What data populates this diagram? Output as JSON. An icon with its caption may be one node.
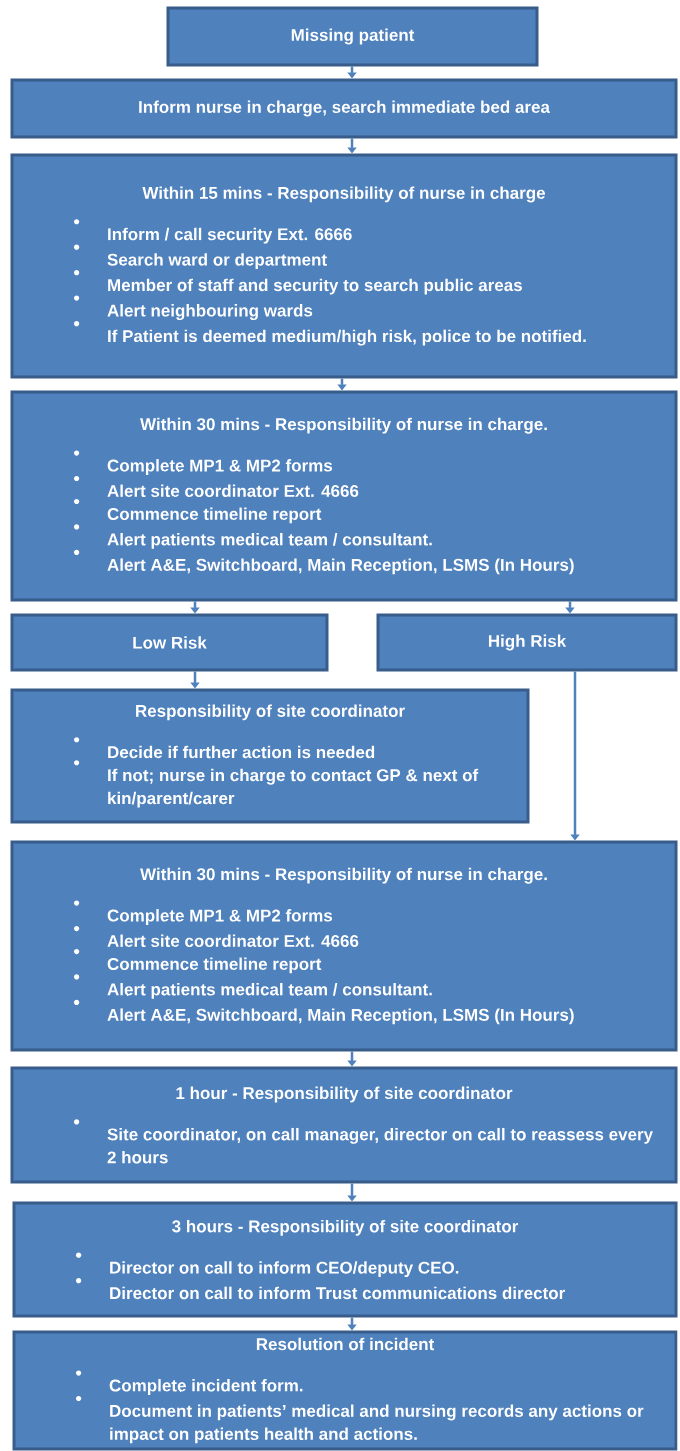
{
  "diagram": {
    "nodes": [
      {
        "text": [
          "Missing patient"
        ]
      },
      {
        "text": [
          "Inform nurse in charge, search immediate bed area"
        ]
      },
      {
        "text": [
          "Within 15 mins - Responsibility of nurse in charge",
          "Inform / call security Ext. 6666",
          "Search ward or department",
          "Member of staff and security to search public areas",
          "Alert neighbouring wards",
          "If Patient is deemed medium/high risk, police to be notified."
        ]
      },
      {
        "text": [
          "Within 30 mins - Responsibility of nurse in charge.",
          "Complete MP1 & MP2 forms",
          "Alert site coordinator Ext. 4666",
          "Commence timeline report",
          "Alert patients medical team / consultant.",
          "Alert A&E, Switchboard, Main Reception, LSMS (In Hours)"
        ]
      },
      {
        "text": [
          "Low Risk"
        ]
      },
      {
        "text": [
          "High Risk"
        ]
      },
      {
        "text": [
          "Responsibility of site coordinator",
          "Decide if further action is needed",
          "If not; nurse in charge to contact GP & next of kin/parent/carer"
        ]
      },
      {
        "text": [
          "Within 30 mins - Responsibility of nurse in charge.",
          "Complete MP1 & MP2 forms",
          "Alert site coordinator Ext. 4666",
          "Commence timeline report",
          "Alert patients medical team / consultant.",
          "Alert A&E, Switchboard, Main Reception, LSMS (In Hours)"
        ]
      },
      {
        "text": [
          "1 hour - Responsibility of site coordinator",
          "Site coordinator, on call manager, director on call to reassess every 2 hours"
        ]
      },
      {
        "text": [
          "3 hours - Responsibility of site coordinator",
          "Director on call to inform CEO/deputy CEO.",
          "Director on call to inform Trust communications director"
        ]
      },
      {
        "text": [
          "Resolution of incident",
          "Complete incident form.",
          "Document in patients’ medical and nursing records any actions or impact on patients health and actions."
        ]
      }
    ],
    "edges": [
      {
        "from": 0,
        "to": 1,
        "arrow": "to"
      },
      {
        "from": 1,
        "to": 2,
        "arrow": "to"
      },
      {
        "from": 2,
        "to": 3,
        "arrow": "to"
      },
      {
        "from": 3,
        "to": 4,
        "arrow": "to"
      },
      {
        "from": 3,
        "to": 5,
        "arrow": "to"
      },
      {
        "from": 4,
        "to": 6,
        "arrow": "to"
      },
      {
        "from": 5,
        "to": 7,
        "arrow": "to"
      },
      {
        "from": 7,
        "to": 8,
        "arrow": "to"
      },
      {
        "from": 8,
        "to": 9,
        "arrow": "to"
      },
      {
        "from": 9,
        "to": 10,
        "arrow": "to"
      }
    ]
  }
}
